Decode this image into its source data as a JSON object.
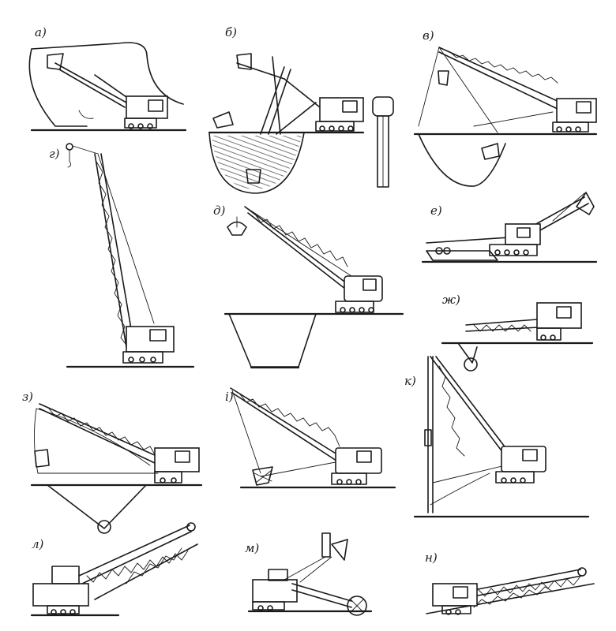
{
  "panels": [
    {
      "id": "a",
      "label": "а)"
    },
    {
      "id": "b",
      "label": "б)"
    },
    {
      "id": "v",
      "label": "в)"
    },
    {
      "id": "g",
      "label": "г)"
    },
    {
      "id": "d",
      "label": "д)"
    },
    {
      "id": "e",
      "label": "е)"
    },
    {
      "id": "zh",
      "label": "ж)"
    },
    {
      "id": "z",
      "label": "з)"
    },
    {
      "id": "i",
      "label": "і)"
    },
    {
      "id": "k",
      "label": "к)"
    },
    {
      "id": "l",
      "label": "л)"
    },
    {
      "id": "m",
      "label": "м)"
    },
    {
      "id": "n",
      "label": "н)"
    }
  ]
}
